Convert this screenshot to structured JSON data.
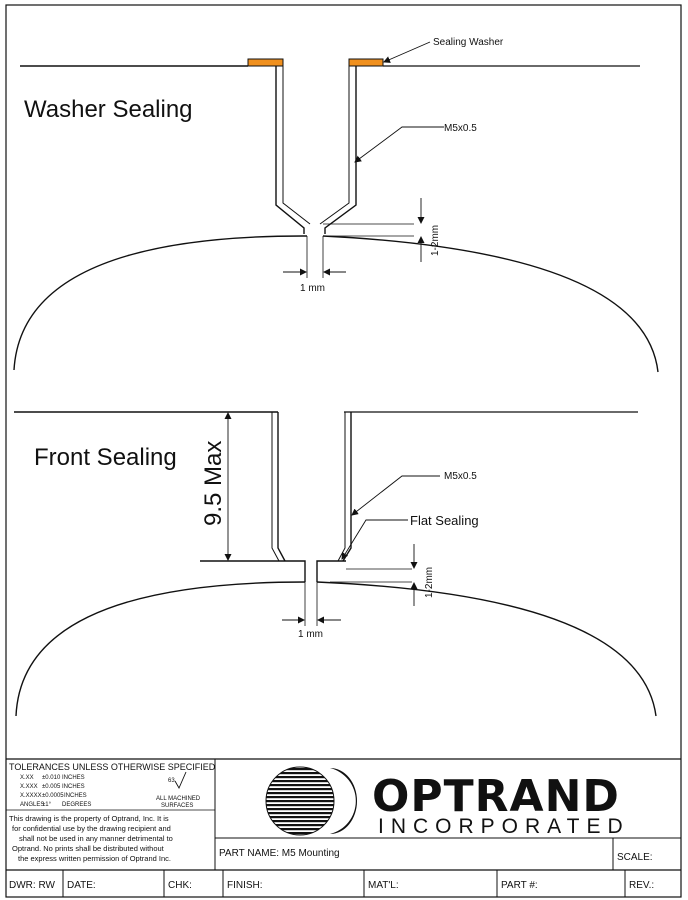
{
  "views": {
    "washer": {
      "title": "Washer Sealing",
      "washer_label": "Sealing Washer",
      "thread_label": "M5x0.5",
      "gap_label": "1-2mm",
      "width_label": "1 mm"
    },
    "front": {
      "title": "Front Sealing",
      "depth_label": "9.5 Max",
      "thread_label": "M5x0.5",
      "flat_label": "Flat Sealing",
      "gap_label": "1-2mm",
      "width_label": "1 mm"
    }
  },
  "colors": {
    "washer": "#F0901E",
    "line": "#111111"
  },
  "title_block": {
    "tolerances_heading": "TOLERANCES UNLESS OTHERWISE SPECIFIED",
    "tolerances": [
      {
        "format": "X.XX",
        "value": "±0.010",
        "unit": "INCHES"
      },
      {
        "format": "X.XXX",
        "value": "±0.005",
        "unit": "INCHES"
      },
      {
        "format": "X.XXXX",
        "value": "±0.0005",
        "unit": "INCHES"
      },
      {
        "format": "ANGLES",
        "value": "±1°",
        "unit": "DEGREES"
      }
    ],
    "surface_finish": "63",
    "surface_note_1": "ALL MACHINED",
    "surface_note_2": "SURFACES",
    "property_notice": [
      "This drawing is the property of Optrand, Inc. It is",
      "for confidential use by the drawing recipient and",
      "shall not be used in any manner detrimental to",
      "Optrand.  No prints shall be distributed without",
      "the express written permission of Optrand Inc."
    ],
    "logo_text": "OPTRAND",
    "logo_subtext": "INCORPORATED",
    "part_name": "PART NAME: M5 Mounting",
    "scale": "SCALE:",
    "fields": {
      "dwr": "DWR: RW",
      "date": "DATE:",
      "chk": "CHK:",
      "finish": "FINISH:",
      "matl": "MAT'L:",
      "part_no": "PART #:",
      "rev": "REV.:"
    }
  }
}
